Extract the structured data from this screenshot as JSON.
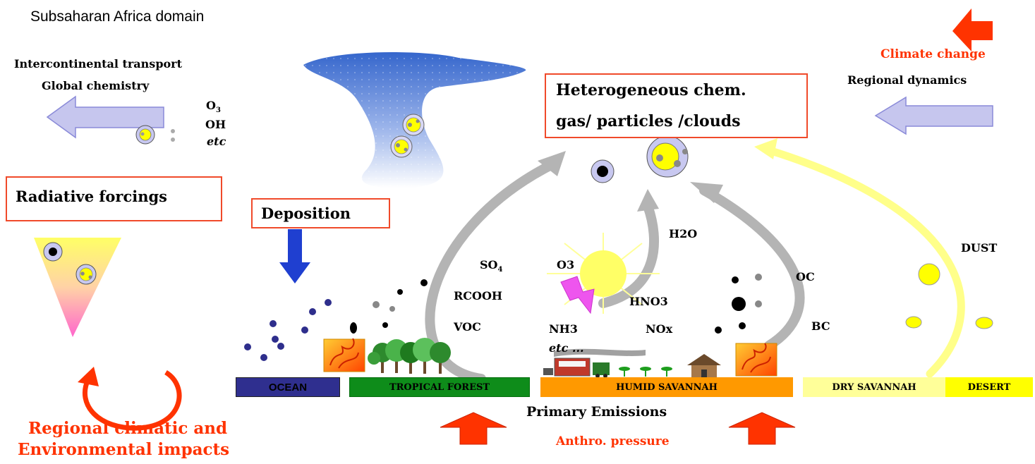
{
  "header": {
    "domain_label": "Subsaharan  Africa domain"
  },
  "top_left": {
    "line1": "Intercontinental transport",
    "line2": "Global chemistry",
    "species": {
      "o3_base": "O",
      "o3_sub": "3",
      "oh": "OH",
      "etc": "etc"
    }
  },
  "top_right": {
    "climate_change": "Climate  change",
    "regional_dynamics": "Regional dynamics"
  },
  "boxes": {
    "hetero_line1": "Heterogeneous chem.",
    "hetero_line2": "gas/ particles /clouds",
    "radiative": "Radiative forcings",
    "deposition": "Deposition"
  },
  "species": {
    "so4_base": "SO",
    "so4_sub": "4",
    "o3": "O3",
    "rcooh": "RCOOH",
    "voc": "VOC",
    "nh3": "NH3",
    "etc": "etc ...",
    "hno3": "HNO3",
    "nox": "NOx",
    "h2o": "H2O",
    "oc": "OC",
    "bc": "BC",
    "dust": "DUST"
  },
  "surface_bands": [
    "OCEAN",
    "TROPICAL FOREST",
    "HUMID SAVANNAH",
    "DRY SAVANNAH",
    "DESERT"
  ],
  "bottom": {
    "primary_emissions": "Primary Emissions",
    "anthro_pressure": "Anthro.  pressure",
    "impacts_line1": "Regional climatic and",
    "impacts_line2": "Environmental impacts"
  },
  "colors": {
    "box_border": "#f04a2a",
    "accent_red": "#ff3300",
    "grey_arrow": "#b4b4b4",
    "yellow_arrow": "#ffff8a",
    "ocean": "#2f2f8f",
    "tropical_forest": "#0e8c1a",
    "humid_savannah": "#ff9900",
    "dry_savannah": "#ffff99",
    "desert": "#ffff00"
  }
}
